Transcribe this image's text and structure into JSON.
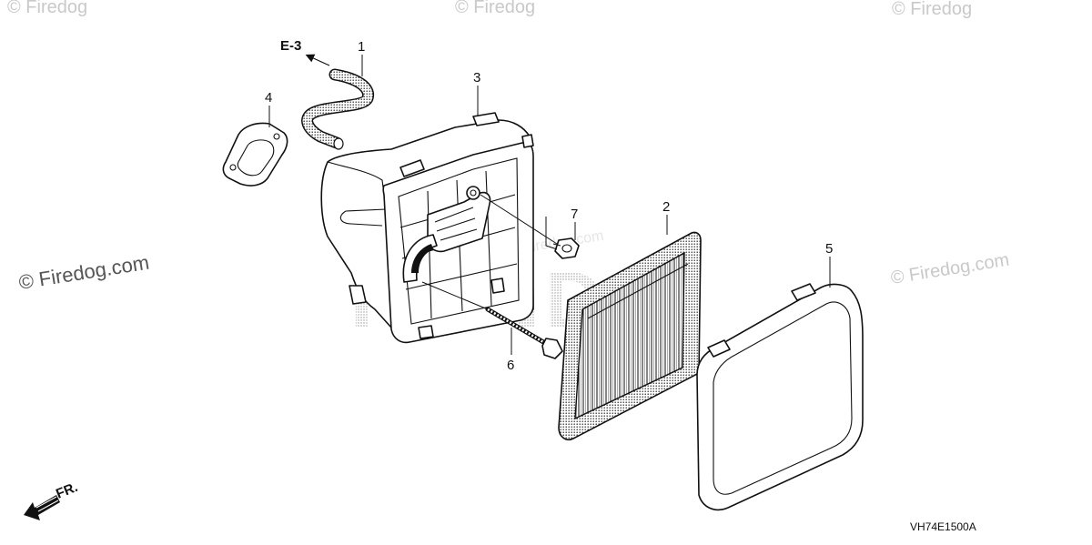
{
  "watermarks": {
    "main": "© Firedog.com",
    "right": "© Firedog.com",
    "top_left": "© Firedog",
    "top_center": "© Firedog",
    "top_right": "© Firedog"
  },
  "background_logo": "HONDA",
  "reference": {
    "text": "E-3"
  },
  "front_marker": {
    "text": "FR."
  },
  "diagram_code": "VH74E1500A",
  "callouts": [
    {
      "id": "1",
      "label": "1"
    },
    {
      "id": "2",
      "label": "2"
    },
    {
      "id": "3",
      "label": "3"
    },
    {
      "id": "4",
      "label": "4"
    },
    {
      "id": "5",
      "label": "5"
    },
    {
      "id": "6",
      "label": "6"
    },
    {
      "id": "7",
      "label": "7"
    }
  ]
}
